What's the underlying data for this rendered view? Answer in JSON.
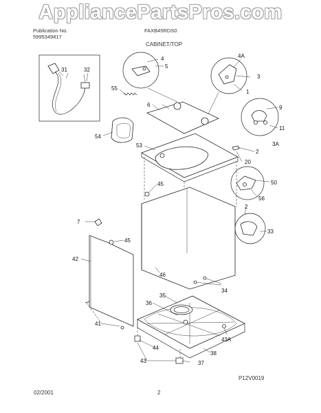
{
  "watermark": "AppliancePartsPros.com",
  "header": {
    "publication_label": "Publication No.",
    "publication_number": "5995349817",
    "model": "FAXB45RDS0",
    "section": "CABINET/TOP"
  },
  "footer": {
    "date": "02/2001",
    "page": "2",
    "figure_code": "P12V0019"
  },
  "callouts": [
    "31",
    "32",
    "4",
    "5",
    "4A",
    "3",
    "1",
    "55",
    "6",
    "9",
    "11",
    "3A",
    "54",
    "53",
    "2",
    "20",
    "45",
    "50",
    "56",
    "2",
    "7",
    "45",
    "33",
    "42",
    "46",
    "34",
    "35",
    "36",
    "41",
    "43A",
    "44",
    "43",
    "38",
    "37"
  ]
}
